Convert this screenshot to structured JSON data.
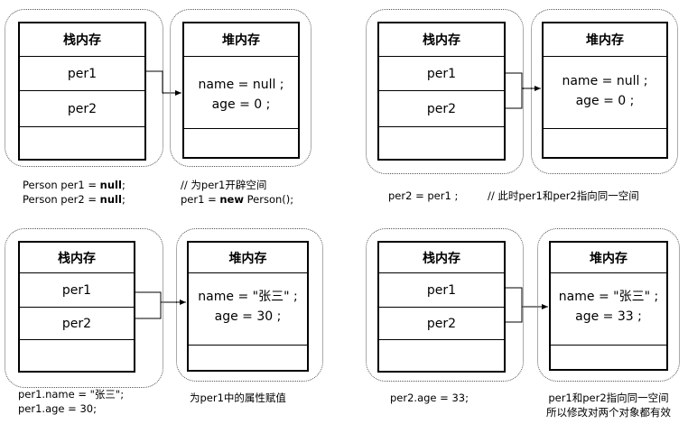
{
  "labels": {
    "stack": "栈内存",
    "heap": "堆内存",
    "per1": "per1",
    "per2": "per2"
  },
  "panels": [
    {
      "heap_lines": [
        "name = null ;",
        "age = 0 ;"
      ],
      "caption_left": {
        "line1_pre": "Person per1 = ",
        "line1_bold": "null",
        "line1_post": ";",
        "line2_pre": "Person per2 = ",
        "line2_bold": "null",
        "line2_post": ";"
      },
      "caption_right": {
        "line1": "// 为per1开辟空间",
        "line2_pre": "per1 = ",
        "line2_bold": "new",
        "line2_post": " Person();"
      }
    },
    {
      "heap_lines": [
        "name = null ;",
        "age = 0 ;"
      ],
      "caption_left": {
        "line1": "per2 = per1 ;"
      },
      "caption_right": {
        "line1": "// 此时per1和per2指向同一空间"
      }
    },
    {
      "heap_lines": [
        "name = \"张三\" ;",
        "age = 30 ;"
      ],
      "caption_left": {
        "line1": "per1.name = \"张三\";",
        "line2": "per1.age = 30;"
      },
      "caption_right": {
        "line1": "为per1中的属性赋值"
      }
    },
    {
      "heap_lines": [
        "name = \"张三\" ;",
        "age = 33 ;"
      ],
      "caption_left": {
        "line1": "per2.age = 33;"
      },
      "caption_right": {
        "line1": "per1和per2指向同一空间",
        "line2": "所以修改对两个对象都有效"
      }
    }
  ]
}
